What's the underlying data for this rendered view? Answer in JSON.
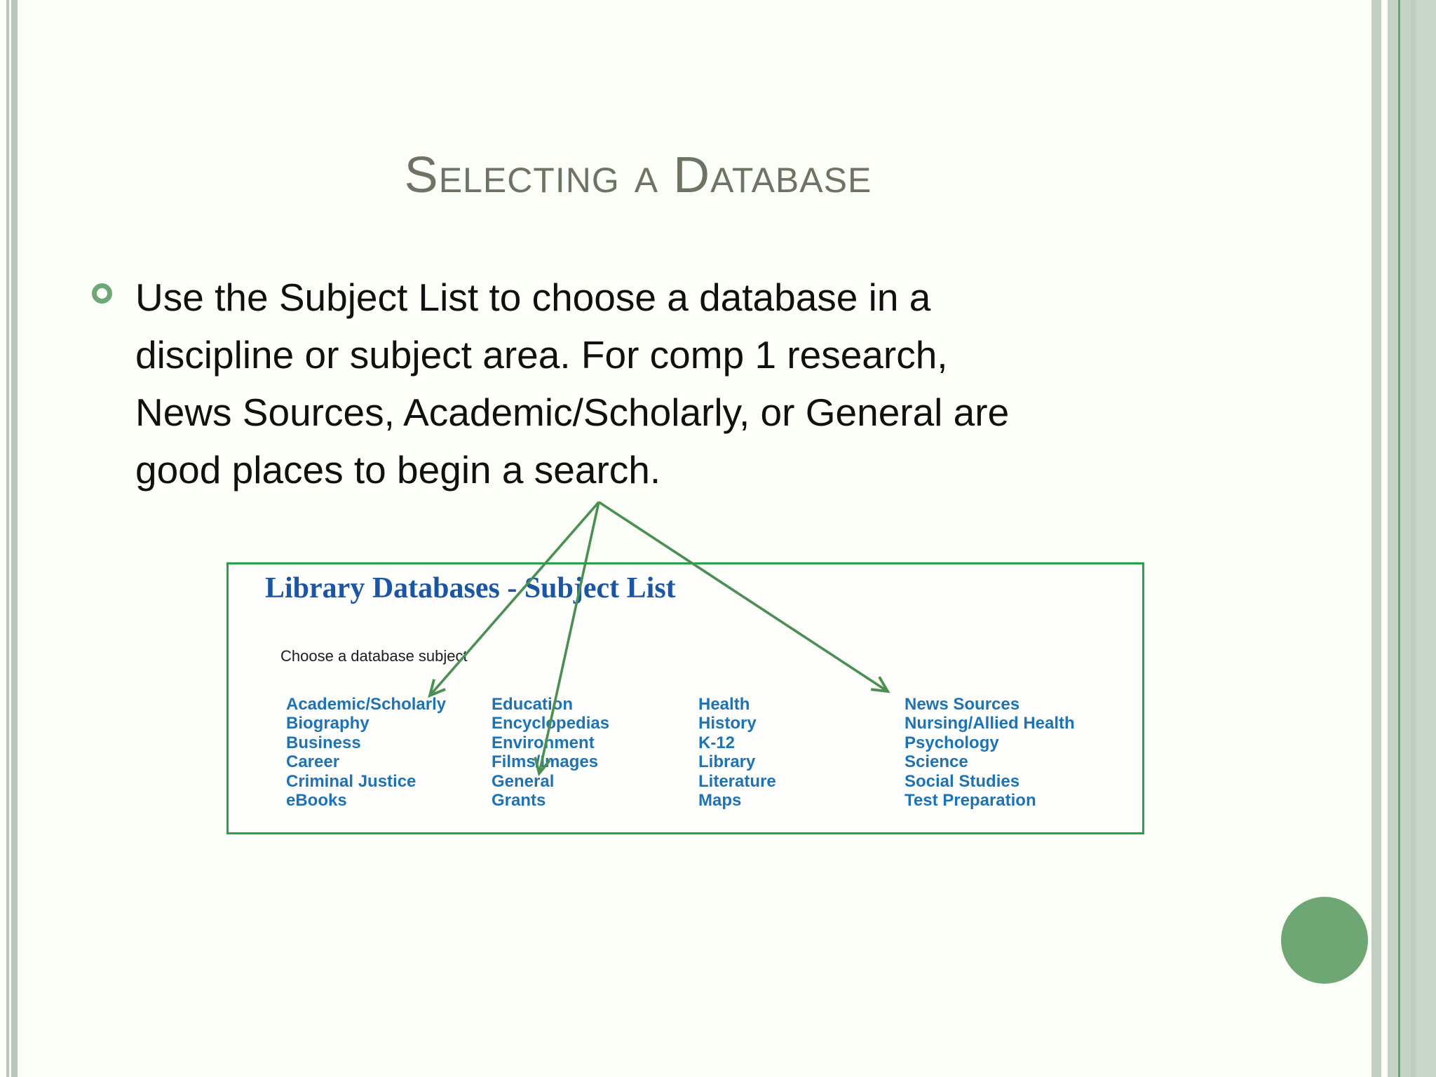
{
  "slide": {
    "title": "Selecting a Database",
    "bullet_lines": [
      "Use the Subject List to choose a database in a",
      "discipline or subject area. For comp 1 research,",
      "News Sources, Academic/Scholarly, or General are",
      "good places to begin a search."
    ]
  },
  "subject_list": {
    "heading": "Library Databases - Subject List",
    "prompt": "Choose a database subject",
    "columns": [
      [
        "Academic/Scholarly",
        "Biography",
        "Business",
        "Career",
        "Criminal Justice",
        "eBooks"
      ],
      [
        "Education",
        "Encyclopedias",
        "Environment",
        "Films/Images",
        "General",
        "Grants"
      ],
      [
        "Health",
        "History",
        "K-12",
        "Library",
        "Literature",
        "Maps"
      ],
      [
        "News Sources",
        "Nursing/Allied Health",
        "Psychology",
        "Science",
        "Social Studies",
        "Test Preparation"
      ]
    ]
  },
  "colors": {
    "title_text": "#6f7363",
    "body_text": "#101010",
    "bullet_ring_green": "#6fa877",
    "box_border_green": "#25a348",
    "heading_blue": "#1a56a4",
    "link_blue": "#1e73b5",
    "arrow_green": "#4b8f53",
    "corner_circle_green": "#6ea674",
    "side_band_sage": "#c6d2c5",
    "slide_background": "#fcfef8"
  }
}
